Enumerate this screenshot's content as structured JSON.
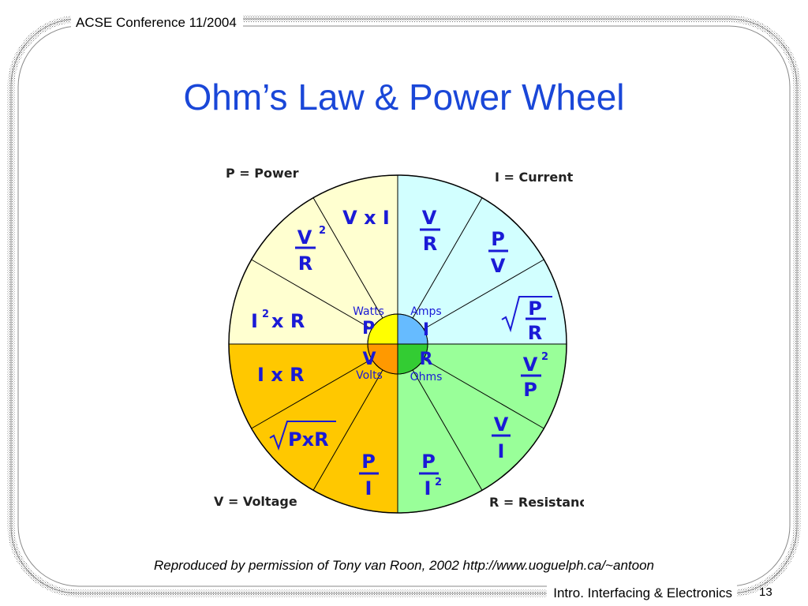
{
  "header": {
    "text": "ACSE Conference 11/2004"
  },
  "footer": {
    "text": "Intro. Interfacing & Electronics",
    "page_number": "13"
  },
  "title": "Ohm’s Law & Power Wheel",
  "caption": "Reproduced by permission of Tony van Roon, 2002 http://www.uoguelph.ca/~antoon",
  "wheel": {
    "corner_labels": {
      "power": "P = Power",
      "current": "I = Current",
      "voltage": "V = Voltage",
      "resistance": "R = Resistance"
    },
    "hub": {
      "watts": {
        "unit": "Watts",
        "symbol": "P"
      },
      "amps": {
        "unit": "Amps",
        "symbol": "I"
      },
      "volts": {
        "unit": "Volts",
        "symbol": "V"
      },
      "ohms": {
        "unit": "Ohms",
        "symbol": "R"
      }
    },
    "formulas": {
      "p_v_times_i": "V x I",
      "p_v2_over_r_num": "V",
      "p_v2_over_r_exp": "2",
      "p_v2_over_r_den": "R",
      "p_i2_times_r_base": "I",
      "p_i2_times_r_exp": "2",
      "p_i2_times_r_rest": "x R",
      "i_v_over_r_num": "V",
      "i_v_over_r_den": "R",
      "i_p_over_v_num": "P",
      "i_p_over_v_den": "V",
      "i_sqrt_p_over_r_num": "P",
      "i_sqrt_p_over_r_den": "R",
      "r_v2_over_p_num": "V",
      "r_v2_over_p_exp": "2",
      "r_v2_over_p_den": "P",
      "r_v_over_i_num": "V",
      "r_v_over_i_den": "I",
      "r_p_over_i2_num": "P",
      "r_p_over_i2_den": "I",
      "r_p_over_i2_exp": "2",
      "v_i_times_r": "I x R",
      "v_sqrt_pxr": "PxR",
      "v_p_over_i_num": "P",
      "v_p_over_i_den": "I"
    },
    "colors": {
      "power_light": "#ffffd0",
      "current_light": "#d2ffff",
      "voltage_light": "#ffc800",
      "resistance_light": "#99ff99",
      "watts_hub": "#ffff00",
      "amps_hub": "#66bbff",
      "volts_hub": "#ff9900",
      "ohms_hub": "#33cc33",
      "text": "#1a1ad6",
      "title": "#1a47d8"
    }
  }
}
